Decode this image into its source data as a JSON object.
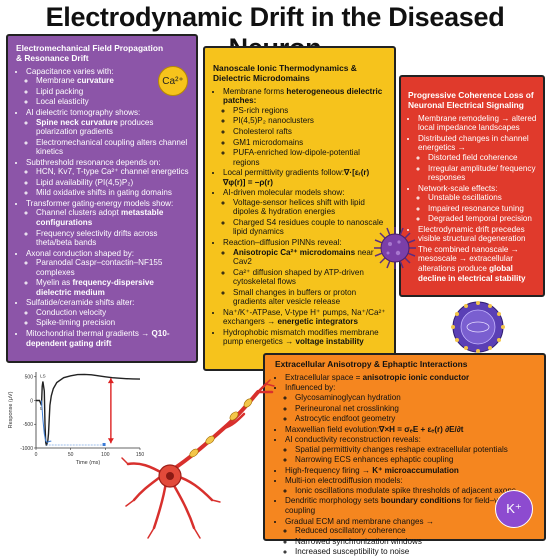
{
  "title": "Electrodynamic Drift in the Diseased Neuron",
  "purple": {
    "heading": "Electromechanical Field Propagation & Resonance Drift",
    "badge": "Ca²⁺",
    "capacitance": "Capacitance varies with:",
    "cap_items": [
      "Membrane curvature",
      "Lipid packing",
      "Local elasticity"
    ],
    "ai_tomo": "AI dielectric tomography shows:",
    "ai_items": [
      "Spine neck curvature produces polarization gradients",
      "Electromechanical coupling alters channel kinetics"
    ],
    "subthreshold": "Subthreshold resonance depends on:",
    "sub_items": [
      "HCN, Kv7, T-type Ca²⁺ channel energetics",
      "Lipid availability (PI(4,5)P₂)",
      "Mild oxidative shifts in gating domains"
    ],
    "transformer": "Transformer gating-energy models show:",
    "trans_items": [
      "Channel clusters adopt metastable configurations",
      "Frequency selectivity drifts across theta/beta bands"
    ],
    "axonal": "Axonal conduction shaped by:",
    "axon_items": [
      "Paranodal Caspr–contactin–NF155 complexes",
      "Myelin as frequency-dispersive dielectric medium"
    ],
    "sulfatide": "Sulfatide/ceramide shifts alter:",
    "sulf_items": [
      "Conduction velocity",
      "Spike-timing precision"
    ],
    "mito": "Mitochondrial thermal gradients → Q10-dependent gating drift"
  },
  "yellow": {
    "heading": "Nanoscale Ionic Thermodynamics & Dielectric Microdomains",
    "membrane": "Membrane forms heterogeneous dielectric patches:",
    "mem_items": [
      "PS-rich regions",
      "PI(4,5)P₂ nanoclusters",
      "Cholesterol rafts",
      "GM1 microdomains",
      "PUFA-enriched low-dipole-potential regions"
    ],
    "permittivity": "Local permittivity gradients follow:∇·[εᵣ(r) ∇φ(r)] = −ρ(r)",
    "ai_molecular": "AI-driven molecular models show:",
    "molec_items": [
      "Voltage-sensor helices shift with lipid dipoles & hydration energies",
      "Charged S4 residues couple to nanoscale lipid dynamics"
    ],
    "pinn": "Reaction–diffusion PINNs reveal:",
    "pinn_items": [
      "Anisotropic Ca²⁺ microdomains near Cav2",
      "Ca²⁺ diffusion shaped by ATP-driven cytoskeletal flows",
      "Small changes in buffers or proton gradients alter vesicle release"
    ],
    "exchangers": "Na⁺/K⁺-ATPase, V-type H⁺ pumps, Na⁺/Ca²⁺ exchangers → energetic integrators",
    "hydrophobic": "Hydrophobic mismatch modifies membrane pump energetics → voltage instability"
  },
  "red": {
    "heading": "Progressive Coherence Loss of Neuronal Electrical Signaling",
    "remodel": "Membrane remodeling → altered local impedance landscapes",
    "distributed": "Distributed changes in channel energetics →",
    "dist_items": [
      "Distorted field coherence",
      "Irregular amplitude/ frequency responses"
    ],
    "network": "Network-scale effects:",
    "net_items": [
      "Unstable oscillations",
      "Impaired resonance tuning",
      "Degraded temporal precision"
    ],
    "drift": "Electrodynamic drift precedes visible structural degeneration",
    "combined": "The combined nanoscale → mesoscale → extracellular alterations produce global decline in electrical stability"
  },
  "orange": {
    "heading": "Extracellular Anisotropy & Ephaptic Interactions",
    "space": "Extracellular space = anisotropic ionic conductor",
    "influenced": "Influenced by:",
    "infl_items": [
      "Glycosaminoglycan hydration",
      "Perineuronal net crosslinking",
      "Astrocytic endfoot geometry"
    ],
    "maxwell": "Maxwellian field evolution:∇×H = σₑE + εₑ(r) ∂E/∂t",
    "ai_cond": "AI conductivity reconstruction reveals:",
    "cond_items": [
      "Spatial permittivity changes reshape extracellular potentials",
      "Narrowing ECS enhances ephaptic coupling"
    ],
    "highfreq": "High-frequency firing → K⁺ microaccumulation",
    "multiion": "Multi-ion electrodiffusion models:",
    "multi_items": [
      "Ionic oscillations modulate spike thresholds of adjacent axons"
    ],
    "dendritic": "Dendritic morphology sets boundary conditions for field–voltage coupling",
    "gradual": "Gradual ECM and membrane changes →",
    "grad_items": [
      "Reduced oscillatory coherence",
      "Narrowed synchronization windows",
      "Increased susceptibility to noise"
    ],
    "badge": "K⁺"
  },
  "chart_data": {
    "type": "line",
    "xlabel": "Time (ms)",
    "ylabel": "Response (μV)",
    "xticks": [
      "0",
      "50",
      "100",
      "150"
    ],
    "yticks": [
      "-1000",
      "-500",
      "0",
      "500"
    ],
    "xlim": [
      0,
      150
    ],
    "ylim": [
      -1000,
      600
    ],
    "inset_labels": [
      "LS",
      "ti"
    ],
    "series": [
      {
        "color": "#222222",
        "x": [
          0,
          5,
          8,
          9,
          10,
          11,
          12,
          13,
          14,
          15,
          16,
          17,
          18,
          19,
          20,
          22,
          25,
          30,
          40,
          50,
          60,
          70,
          80,
          90,
          100,
          110,
          120,
          130,
          140,
          150
        ],
        "y": [
          0,
          0,
          -100,
          300,
          400,
          300,
          200,
          -500,
          -880,
          -950,
          -900,
          -850,
          -700,
          -400,
          -100,
          100,
          250,
          380,
          480,
          520,
          545,
          550,
          540,
          520,
          500,
          480,
          470,
          460,
          455,
          450
        ]
      },
      {
        "color": "#3a7bd5",
        "x": [
          8,
          9,
          10,
          12,
          14,
          16,
          18,
          20,
          22
        ],
        "y": [
          0,
          -200,
          -400,
          -700,
          -850,
          -880,
          -870,
          -860,
          -855
        ]
      }
    ]
  }
}
